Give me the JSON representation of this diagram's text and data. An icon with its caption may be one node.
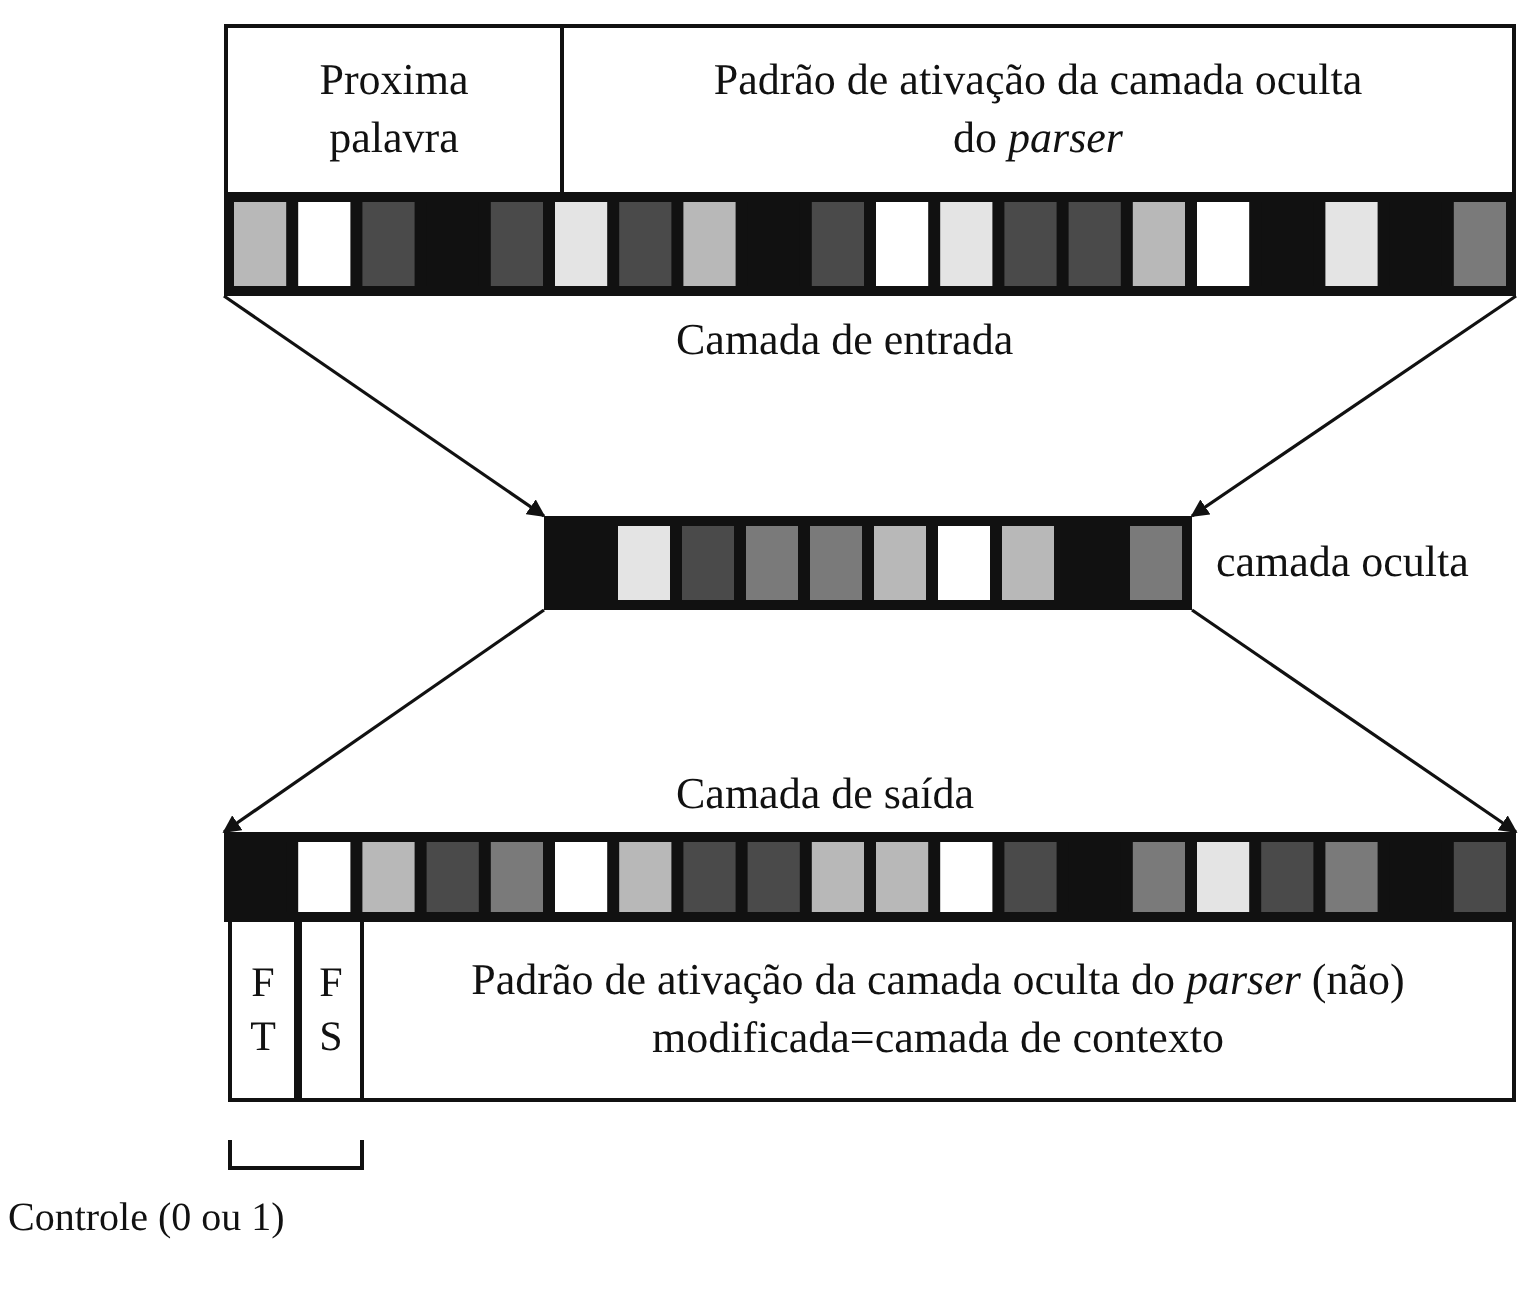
{
  "diagram": {
    "nodes": [
      {
        "text": [
          "Proxima palavra"
        ]
      },
      {
        "text": [
          "Padrão de ativação da camada oculta do *parser*"
        ]
      },
      {
        "text": [],
        "shape": "bar",
        "beside": [
          "Camada de entrada"
        ]
      },
      {
        "text": [],
        "shape": "bar",
        "beside": [
          "camada oculta"
        ]
      },
      {
        "text": [],
        "shape": "bar",
        "beside": [
          "Camada de saída"
        ]
      },
      {
        "text": [
          "F T"
        ]
      },
      {
        "text": [
          "F S"
        ]
      },
      {
        "text": [
          "Padrão de ativação da camada oculta do *parser* (não) modificada=camada de contexto"
        ]
      }
    ],
    "edges": [
      {
        "from": 2,
        "to": 3,
        "arrow": "to"
      },
      {
        "from": 2,
        "to": 3,
        "arrow": "to"
      },
      {
        "from": 3,
        "to": 4,
        "arrow": "to"
      },
      {
        "from": 3,
        "to": 4,
        "arrow": "to"
      }
    ],
    "labels": [
      "Controle (0 ou 1)"
    ]
  }
}
